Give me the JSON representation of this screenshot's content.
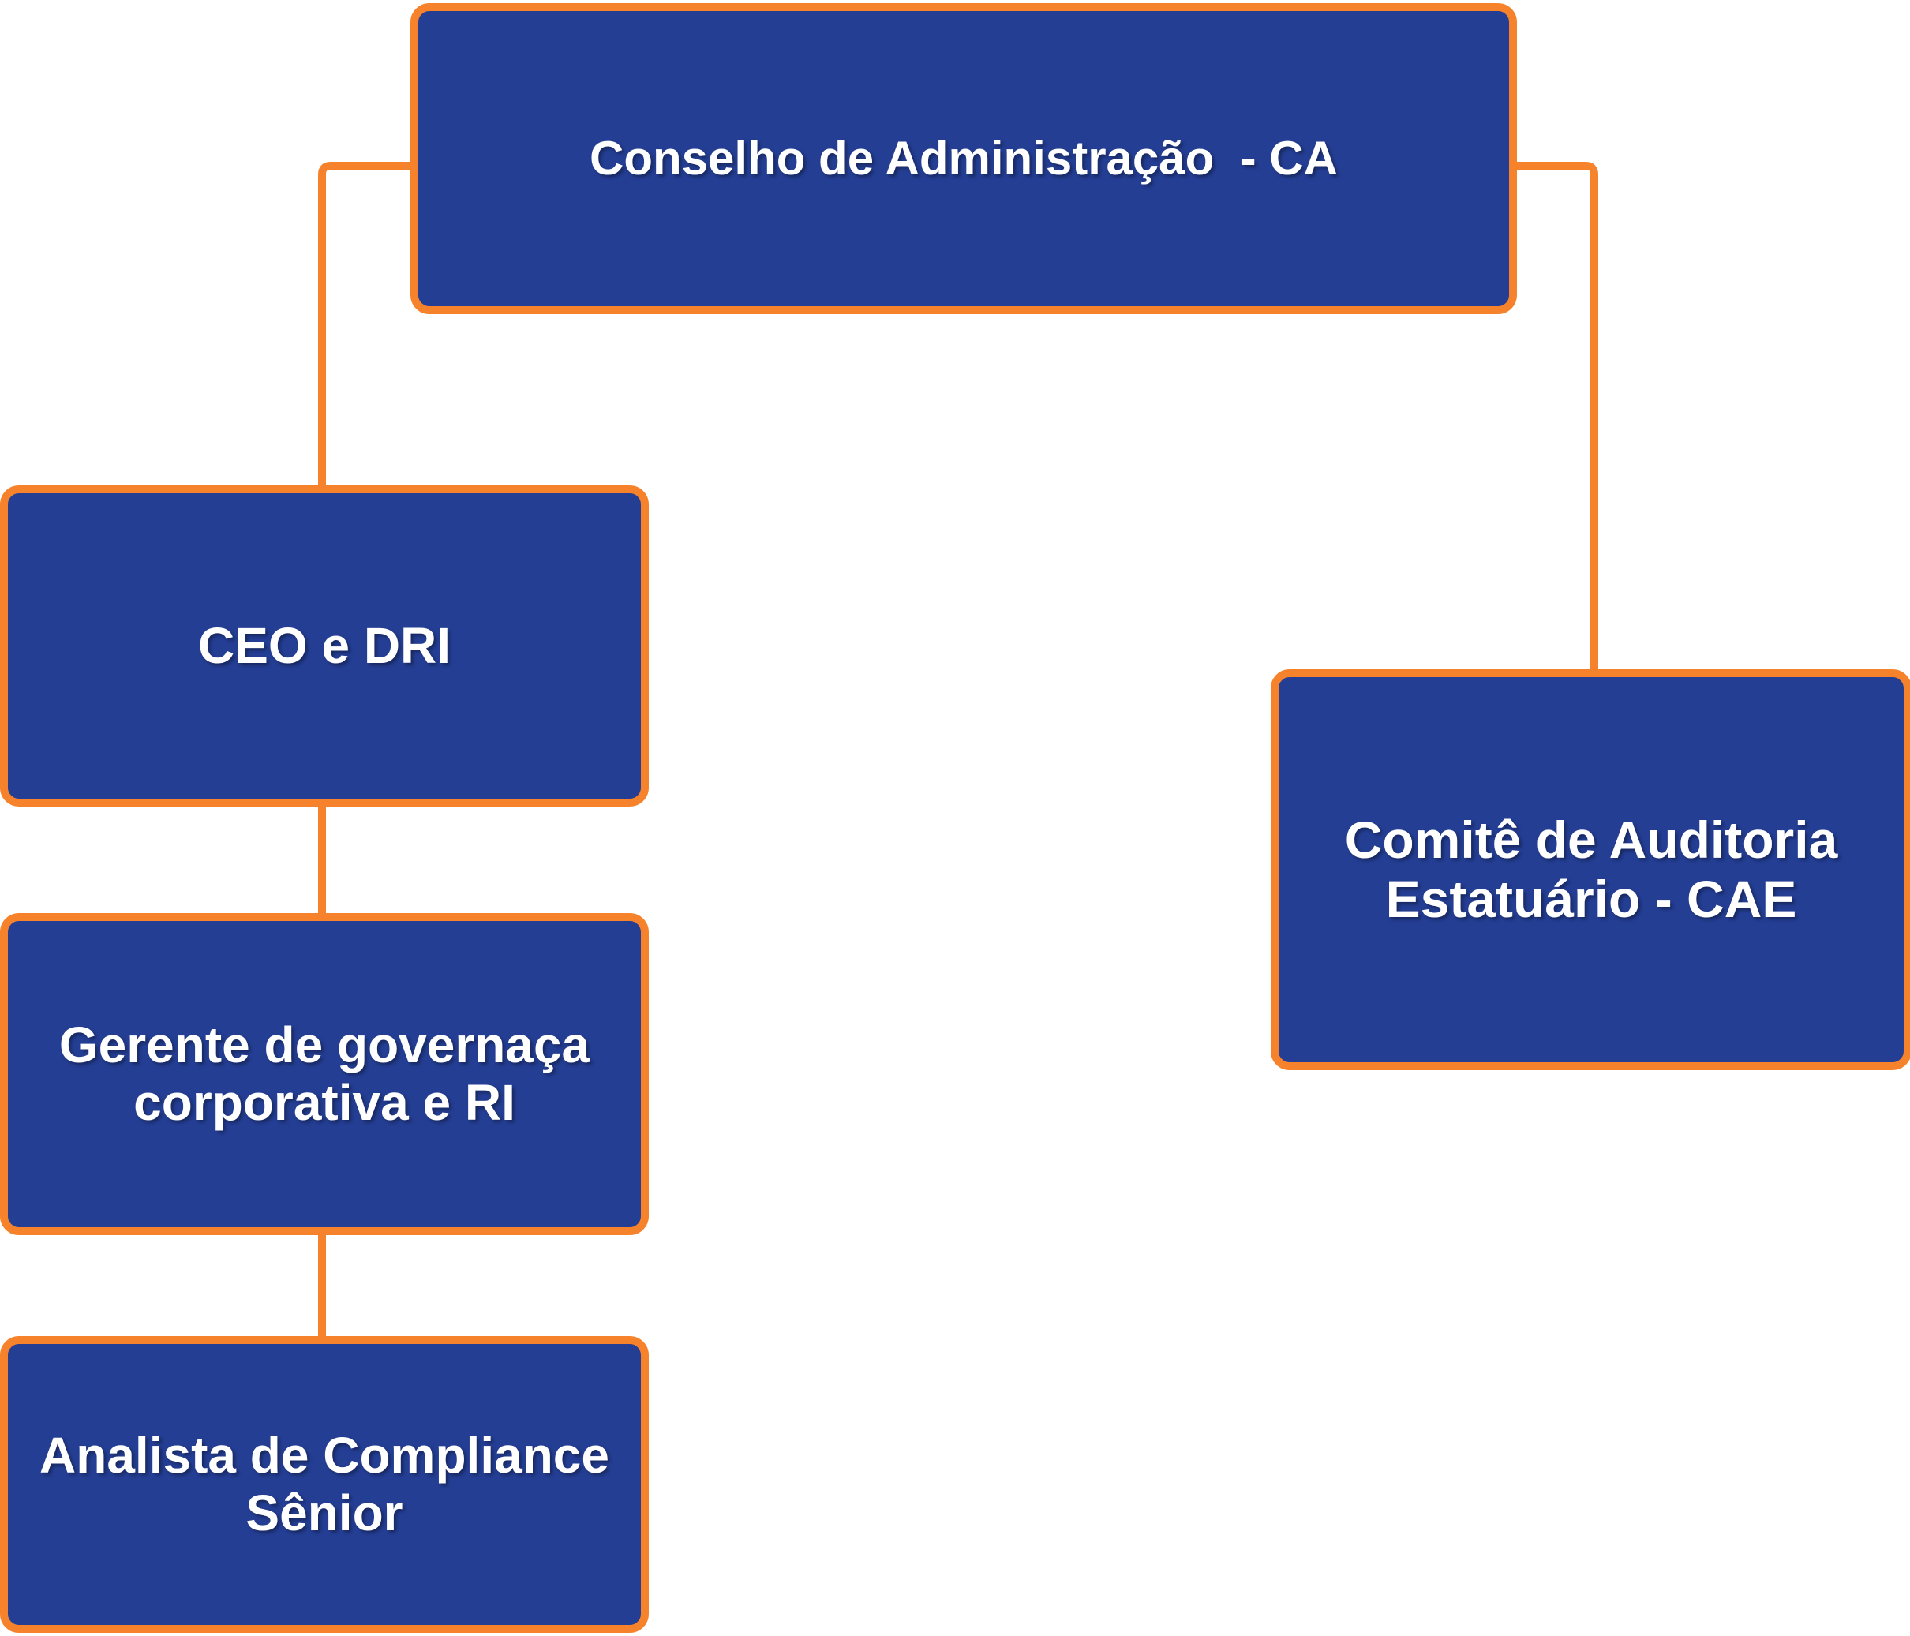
{
  "palette": {
    "box_fill": "#243E94",
    "box_border": "#F6832B",
    "connector": "#F6832B",
    "text": "#FFFFFF",
    "background": "#FFFFFF"
  },
  "org_chart": {
    "nodes": {
      "ca": {
        "label": "Conselho de Administração  - CA"
      },
      "ceo": {
        "lines": [
          "CEO e DRI"
        ]
      },
      "gerente": {
        "lines": [
          "Gerente de governaça",
          "corporativa e RI"
        ]
      },
      "analista": {
        "lines": [
          "Analista de Compliance",
          "Sênior"
        ]
      },
      "cae": {
        "lines": [
          "Comitê de Auditoria",
          "Estatuário - CAE"
        ]
      }
    },
    "edges": [
      {
        "from": "ca",
        "to": "ceo"
      },
      {
        "from": "ca",
        "to": "cae"
      },
      {
        "from": "ceo",
        "to": "gerente"
      },
      {
        "from": "gerente",
        "to": "analista"
      }
    ]
  }
}
